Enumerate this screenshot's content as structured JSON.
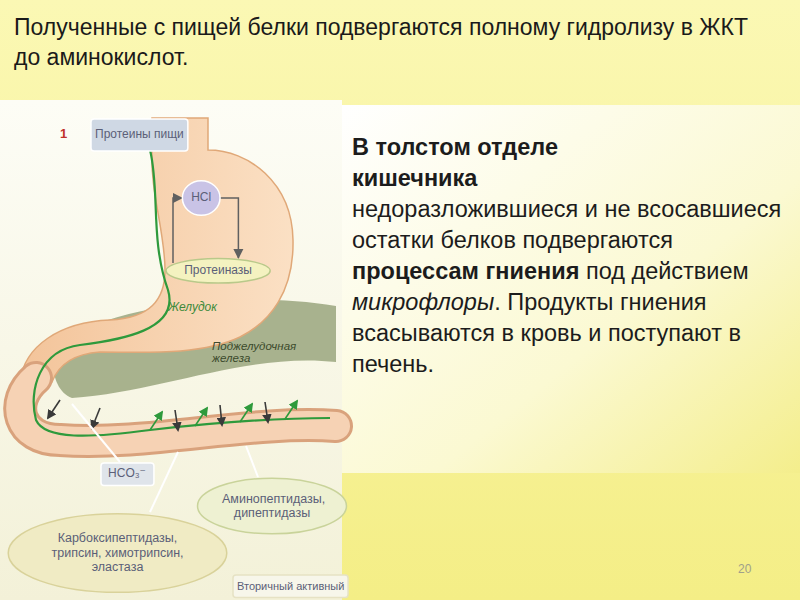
{
  "diagram": {
    "title": "Полученные с пищей белки подвергаются полному гидролизу в ЖКТ до аминокислот.",
    "nodes": [
      {
        "text": [
          "Протеины пищи"
        ]
      },
      {
        "text": [
          "HCl"
        ]
      },
      {
        "text": [
          "Протеиназы"
        ]
      },
      {
        "text": [
          "HCO₃⁻"
        ]
      },
      {
        "text": [
          "Карбоксипептидазы, трипсин, химотрипсин, эластаза"
        ]
      },
      {
        "text": [
          "Аминопептидазы, дипептидазы"
        ]
      },
      {
        "text": [
          "Вторичный активный"
        ]
      }
    ],
    "edges": [
      {
        "from": 1,
        "to": 2,
        "arrow": "to"
      },
      {
        "from": 2,
        "to": 1,
        "arrow": "to"
      }
    ],
    "labels": [
      "1",
      "Желудок",
      "Поджелудочная железа",
      "В толстом отделе кишечника",
      "недоразложившиеся и не всосавшиеся остатки белков подвергаются",
      "процессам гниения",
      "под действием",
      "микрофлоры",
      ". Продукты гниения всасываются в кровь и поступают в печень.",
      "20"
    ]
  }
}
